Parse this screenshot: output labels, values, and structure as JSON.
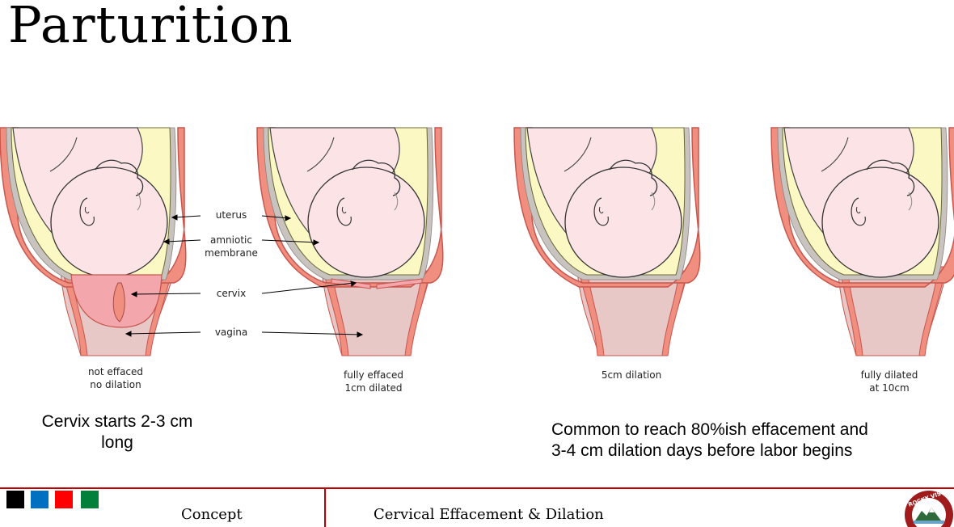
{
  "title": "Parturition",
  "labels": {
    "uterus": "uterus",
    "amniotic_line1": "amniotic",
    "amniotic_line2": "membrane",
    "cervix": "cervix",
    "vagina": "vagina"
  },
  "stages": [
    {
      "line1": "not effaced",
      "line2": "no dilation"
    },
    {
      "line1": "fully effaced",
      "line2": "1cm dilated"
    },
    {
      "line1": "5cm dilation",
      "line2": ""
    },
    {
      "line1": "fully dilated",
      "line2": "at 10cm"
    }
  ],
  "notes": {
    "left": "Cervix starts 2-3 cm long",
    "right_line1": "Common to reach 80%ish effacement and",
    "right_line2": "3-4 cm dilation days before labor begins"
  },
  "footer": {
    "concept": "Concept",
    "topic": "Cervical Effacement & Dilation",
    "square_colors": [
      "#000000",
      "#0070c0",
      "#ff0000",
      "#00803a"
    ]
  },
  "colors": {
    "uterus_wall": "#f08f80",
    "uterus_edge": "#c8564d",
    "fluid": "#fbf8c4",
    "fetus": "#fbe3e6",
    "vagina": "#e8c7c7",
    "cervix": "#f4a6ad",
    "accent_red": "#c00000"
  }
}
